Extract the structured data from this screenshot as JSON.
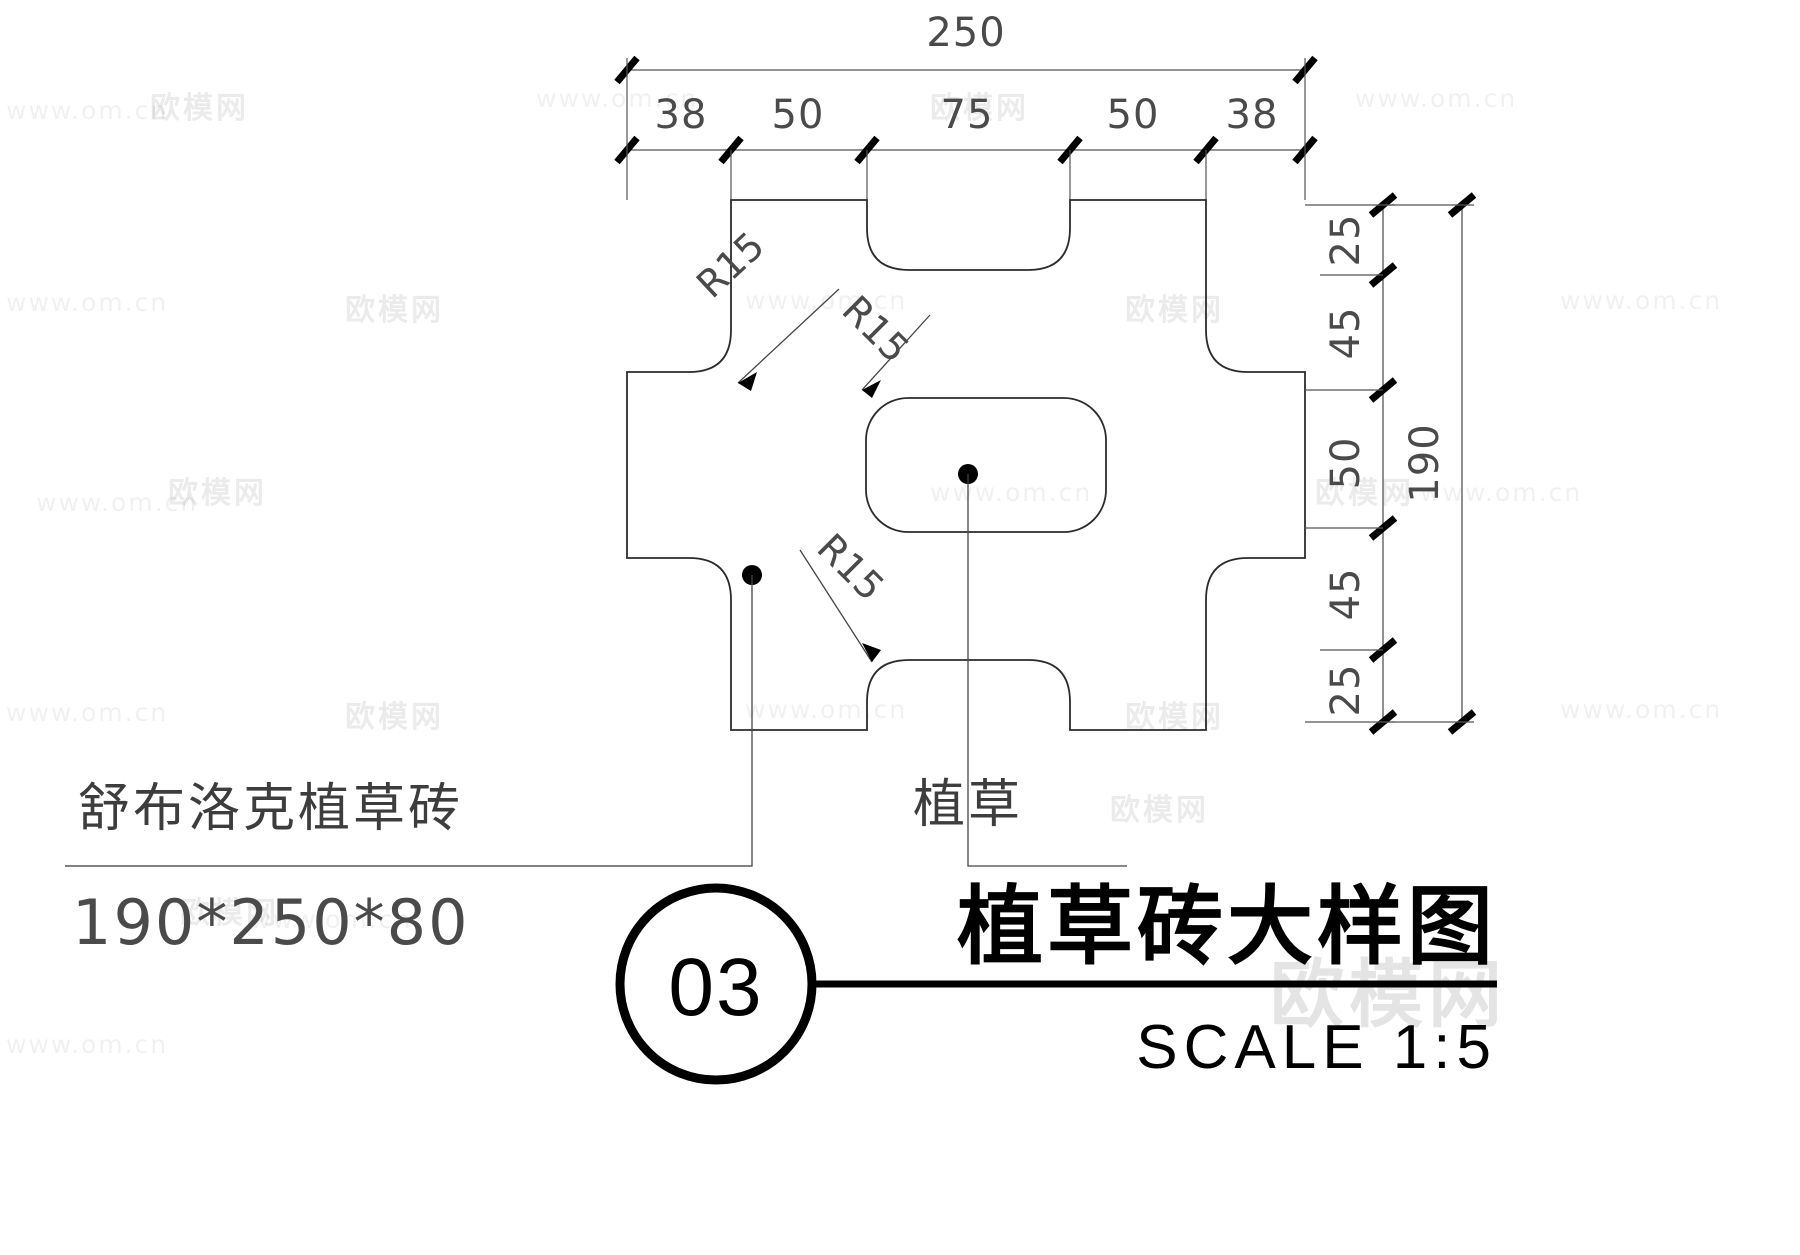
{
  "drawing": {
    "title": "植草砖大样图",
    "scale_label": "SCALE  1:5",
    "detail_number": "03",
    "material_note": "舒布洛克植草砖",
    "size_note": "190*250*80",
    "grass_label": "植草"
  },
  "dimensions": {
    "top_total": "250",
    "top_chain": [
      "38",
      "50",
      "75",
      "50",
      "38"
    ],
    "right_total": "190",
    "right_chain": [
      "25",
      "45",
      "50",
      "45",
      "25"
    ],
    "radii": [
      "R15",
      "R15",
      "R15"
    ]
  },
  "watermarks": {
    "url": "www.om.cn",
    "brand": "欧模网"
  },
  "colors": {
    "line": "#2b2b2b",
    "dim": "#555555",
    "text": "#4a4a4a",
    "title": "#000000",
    "background": "#ffffff"
  }
}
